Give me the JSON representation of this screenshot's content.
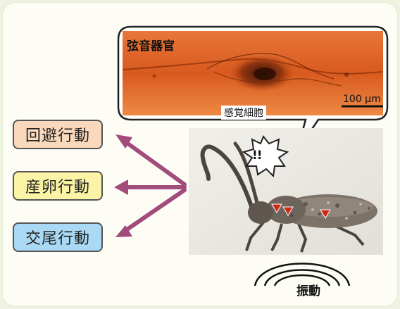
{
  "organ": {
    "title": "弦音器官",
    "cell_label": "感覚細胞",
    "scale_bar": "100 µm"
  },
  "behaviors": [
    {
      "label": "回避行動",
      "color": "#f9d8bc"
    },
    {
      "label": "産卵行動",
      "color": "#fbf4a6"
    },
    {
      "label": "交尾行動",
      "color": "#a9d9f5"
    }
  ],
  "alert": "!!",
  "vibration": "振動",
  "colors": {
    "arrow": "#a14c7b",
    "marker": "#cc2a16",
    "micrograph": "#e8752c"
  }
}
